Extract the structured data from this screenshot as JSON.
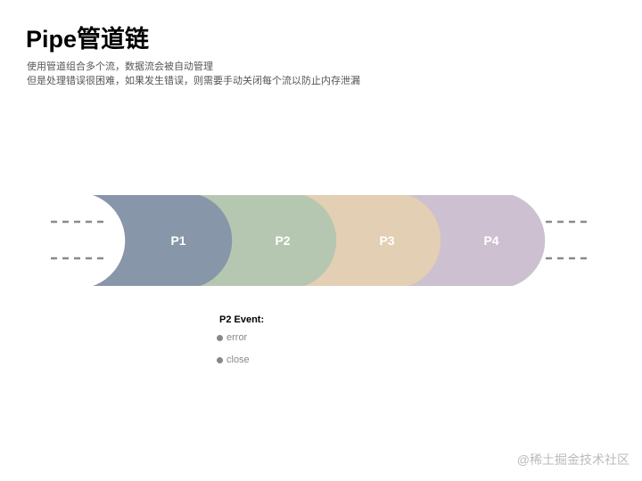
{
  "title": "Pipe管道链",
  "subtitle_lines": [
    "使用管道组合多个流，数据流会被自动管理",
    "但是处理错误很困难，如果发生错误，则需要手动关闭每个流以防止内存泄漏"
  ],
  "pipes": [
    {
      "label": "P1",
      "color": "#8796a8"
    },
    {
      "label": "P2",
      "color": "#b5c7b1"
    },
    {
      "label": "P3",
      "color": "#e3cfb3"
    },
    {
      "label": "P4",
      "color": "#cdc0d0"
    }
  ],
  "events": {
    "title": "P2 Event:",
    "items": [
      "error",
      "close"
    ]
  },
  "watermark": "@稀土掘金技术社区"
}
